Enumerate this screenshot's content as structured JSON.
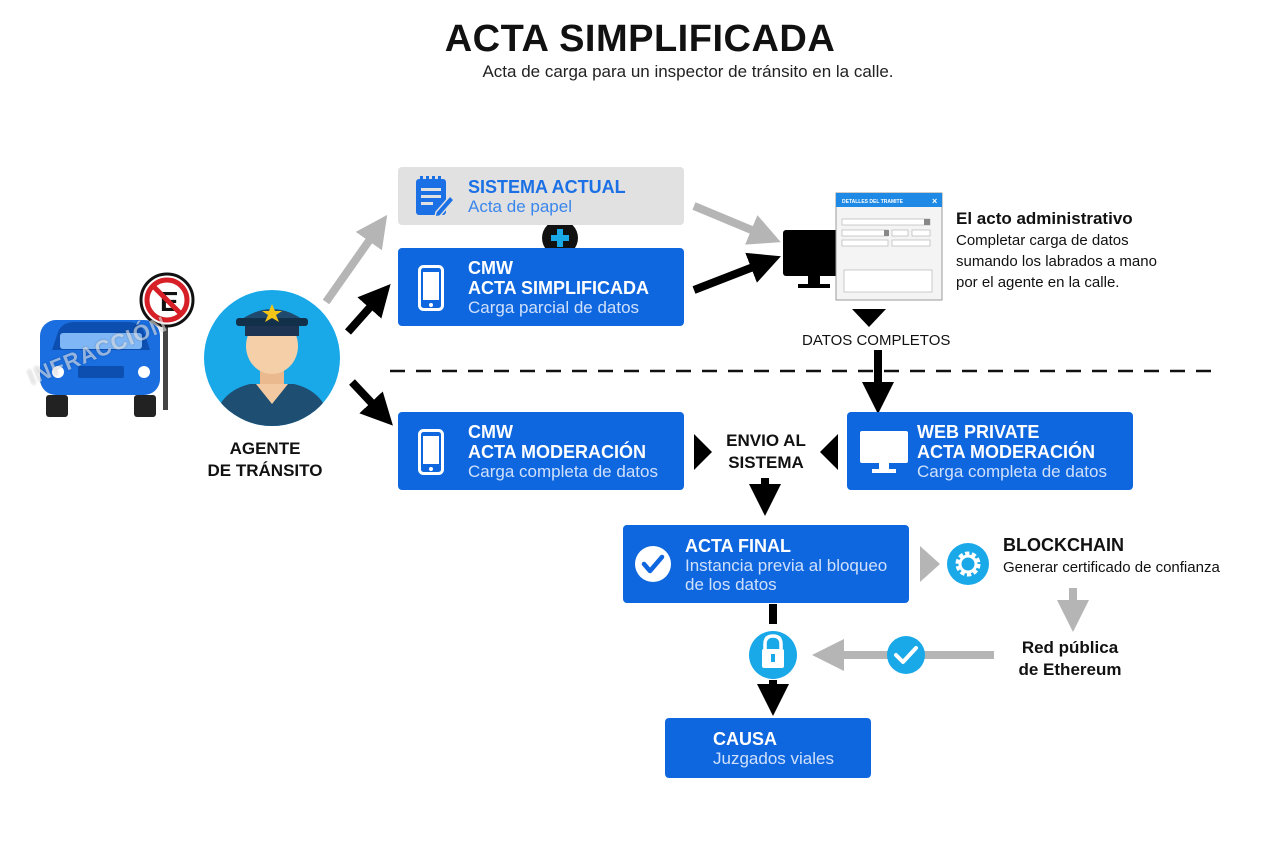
{
  "title": "ACTA SIMPLIFICADA",
  "subtitle": "Acta de carga para un inspector de tránsito en la calle.",
  "colors": {
    "blue": "#0f67e0",
    "cyan": "#19a8e8",
    "grey": "#e1e1e1",
    "arrow_grey": "#b5b5b5",
    "black": "#000000"
  },
  "car_watermark": "INFRACCIÓN",
  "agent": {
    "line1": "AGENTE",
    "line2": "DE TRÁNSITO"
  },
  "sistema_actual": {
    "title": "SISTEMA ACTUAL",
    "subtitle": "Acta de papel",
    "icon": "notepad-icon"
  },
  "cmw_simplificada": {
    "line1": "CMW",
    "line2": "ACTA SIMPLIFICADA",
    "subtitle": "Carga parcial de datos",
    "icon": "smartphone-icon"
  },
  "cmw_moderacion": {
    "line1": "CMW",
    "line2": "ACTA MODERACIÓN",
    "subtitle": "Carga completa de datos",
    "icon": "smartphone-icon"
  },
  "web_private": {
    "line1": "WEB PRIVATE",
    "line2": "ACTA MODERACIÓN",
    "subtitle": "Carga completa de datos",
    "icon": "monitor-icon"
  },
  "form_window": {
    "title": "DETALLES DEL TRAMITE"
  },
  "acto_administrativo": {
    "title": "El acto administrativo",
    "lines": [
      "Completar carga de datos",
      "sumando los labrados a mano",
      "por el agente en la calle."
    ]
  },
  "datos_completos": "DATOS COMPLETOS",
  "envio": {
    "line1": "ENVIO AL",
    "line2": "SISTEMA"
  },
  "acta_final": {
    "title": "ACTA FINAL",
    "line1": "Instancia previa al bloqueo",
    "line2": "de los datos",
    "icon": "check-circle-icon"
  },
  "blockchain": {
    "title": "BLOCKCHAIN",
    "subtitle": "Generar certificado de confianza",
    "icon": "gear-icon"
  },
  "ethereum": {
    "line1": "Red pública",
    "line2": "de Ethereum"
  },
  "causa": {
    "title": "CAUSA",
    "subtitle": "Juzgados viales"
  }
}
